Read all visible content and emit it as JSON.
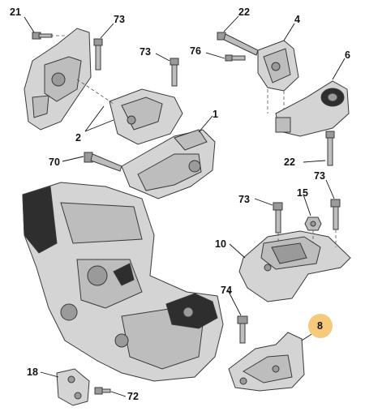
{
  "callouts": {
    "c21": "21",
    "c73a": "73",
    "c2": "2",
    "c70": "70",
    "c1": "1",
    "c22a": "22",
    "c4": "4",
    "c73b": "73",
    "c76": "76",
    "c6": "6",
    "c22b": "22",
    "c73c": "73",
    "c73d": "73",
    "c15": "15",
    "c10": "10",
    "c74": "74",
    "c8": "8",
    "c18": "18",
    "c72": "72"
  },
  "colors": {
    "highlight": "#f7c97a",
    "ink": "#111111",
    "part": "#c8c8c8"
  }
}
